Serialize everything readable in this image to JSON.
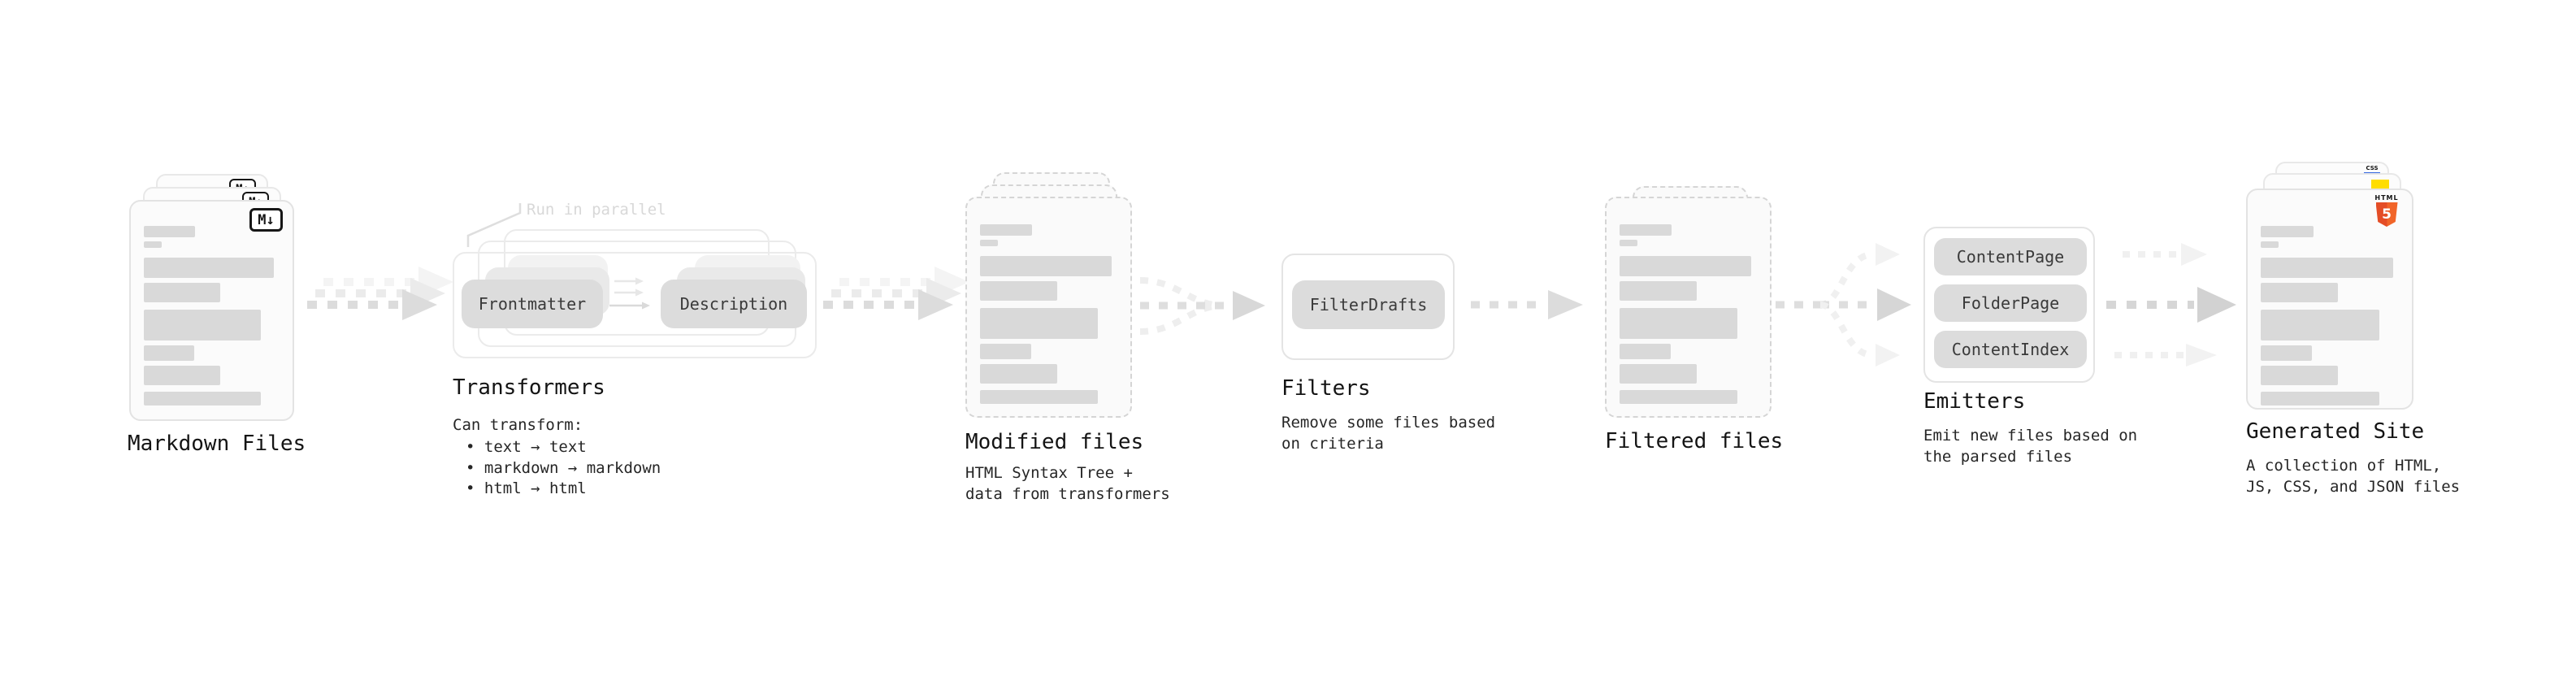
{
  "nodes": {
    "markdown_files": {
      "title": "Markdown Files",
      "icon_label": "M↓"
    },
    "transformers": {
      "title": "Transformers",
      "annotation": "Run in parallel",
      "pill_left": "Frontmatter",
      "pill_right": "Description",
      "desc_heading": "Can transform:",
      "bullets": [
        "text → text",
        "markdown → markdown",
        "html → html"
      ]
    },
    "modified_files": {
      "title": "Modified files",
      "subtitle": "HTML Syntax Tree +\ndata from transformers"
    },
    "filters": {
      "title": "Filters",
      "pill": "FilterDrafts",
      "subtitle": "Remove some files based\non criteria"
    },
    "filtered_files": {
      "title": "Filtered files"
    },
    "emitters": {
      "title": "Emitters",
      "pills": [
        "ContentPage",
        "FolderPage",
        "ContentIndex"
      ],
      "subtitle": "Emit new files based on\nthe parsed files"
    },
    "generated_site": {
      "title": "Generated Site",
      "subtitle": "A collection of HTML,\nJS, CSS, and JSON files",
      "html_badge_text": "HTML",
      "html_badge_number": "5",
      "css_badge_text": "CSS"
    }
  },
  "colors": {
    "arrow_dark": "#d6d6d6",
    "arrow_light": "#f0f0f0",
    "bar_gray": "#d9d9d9",
    "html5_orange": "#e44d26",
    "js_yellow": "#ffdd00",
    "css_blue": "#3366e0"
  }
}
